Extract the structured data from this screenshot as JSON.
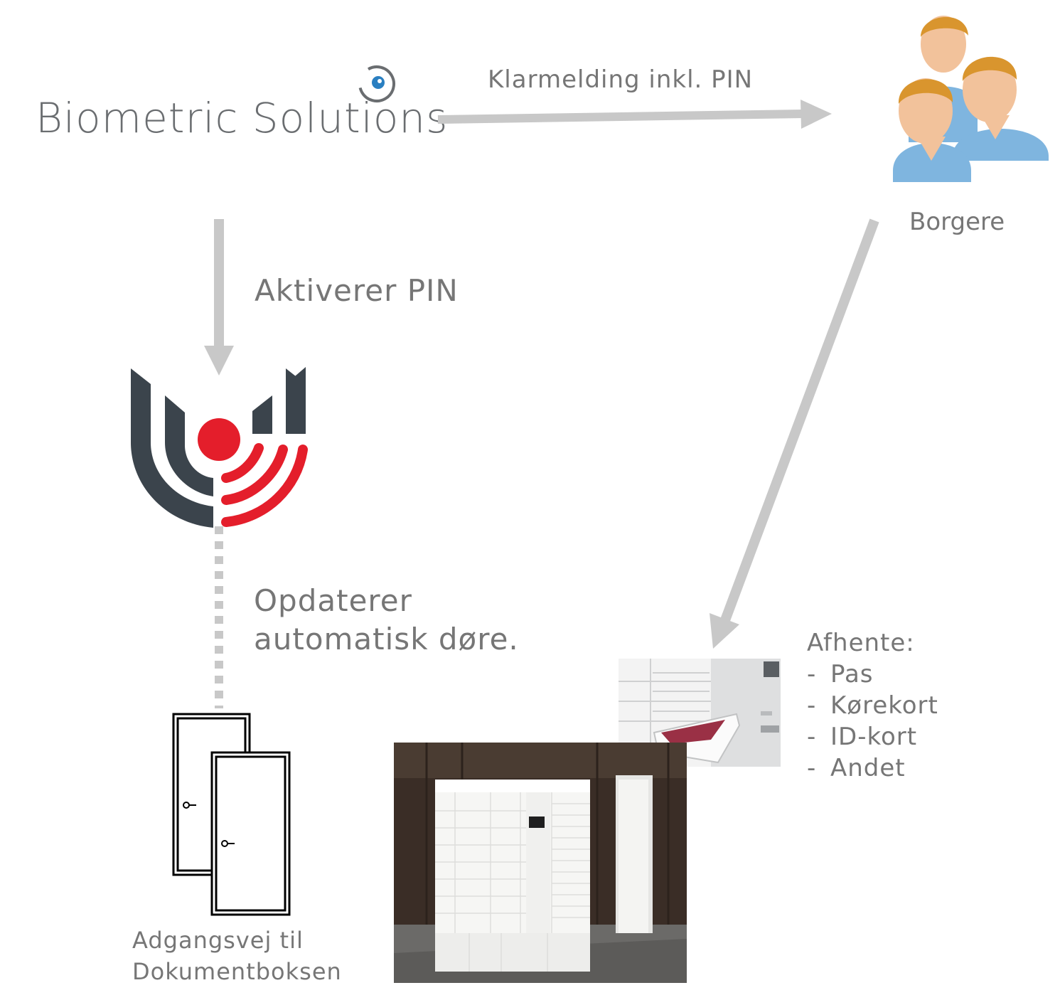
{
  "brand": {
    "name": "Biometric Solutions"
  },
  "labels": {
    "notification": "Klarmelding inkl. PIN",
    "citizens": "Borgere",
    "activates": "Aktiverer PIN",
    "updates_line1": "Opdaterer",
    "updates_line2": "automatisk døre.",
    "access_line1": "Adgangsvej til",
    "access_line2": "Dokumentboksen"
  },
  "pickup": {
    "heading": "Afhente:",
    "items": [
      "Pas",
      "Kørekort",
      "ID-kort",
      "Andet"
    ]
  },
  "colors": {
    "arrow": "#c8c8c8",
    "logo_dark": "#3b444c",
    "logo_red": "#e41e2b",
    "brand_eye": "#2a7fc1"
  }
}
